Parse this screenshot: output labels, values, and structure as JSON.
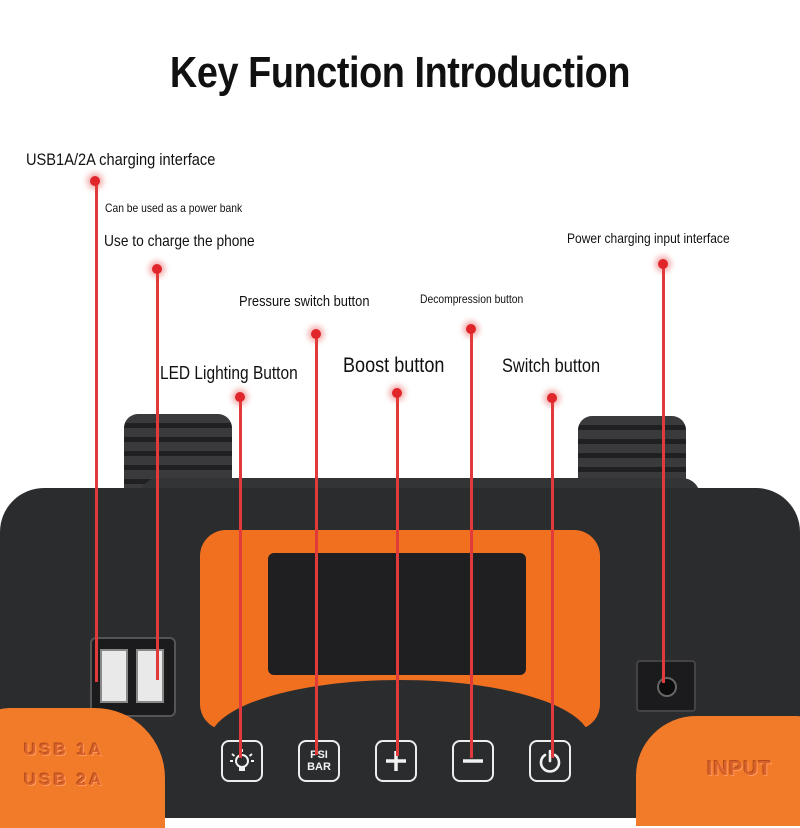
{
  "title": "Key Function Introduction",
  "labels": {
    "usb": "USB1A/2A charging interface",
    "power_bank": "Can be used as a power bank",
    "charge_phone": "Use to charge the phone",
    "power_input": "Power charging input interface",
    "pressure": "Pressure switch button",
    "decompression": "Decompression button",
    "led": "LED Lighting Button",
    "boost": "Boost button",
    "switch": "Switch button"
  },
  "device": {
    "cover_left_line1": "USB 1A",
    "cover_left_line2": "USB 2A",
    "cover_right": "INPUT",
    "psi_line1": "PSI",
    "psi_line2": "BAR"
  },
  "icons": [
    "lightbulb-icon",
    "psi-bar-icon",
    "plus-icon",
    "minus-icon",
    "power-icon"
  ],
  "colors": {
    "accent_orange": "#f07020",
    "device_body": "#2b2c2e",
    "leader_red": "#e0262b"
  }
}
